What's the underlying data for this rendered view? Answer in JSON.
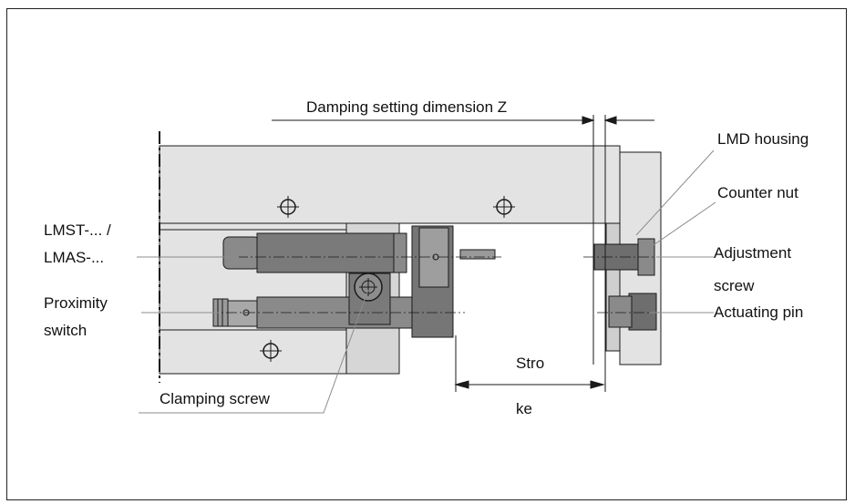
{
  "labels": {
    "damping": "Damping setting dimension Z",
    "lmd_housing": "LMD housing",
    "counter_nut": "Counter nut",
    "lmst_line1": "LMST-... /",
    "lmst_line2": "LMAS-...",
    "adjustment_line1": "Adjustment",
    "adjustment_line2": "screw",
    "proximity_line1": "Proximity",
    "proximity_line2": "switch",
    "actuating_pin": "Actuating pin",
    "stroke_line1": "Stro",
    "stroke_line2": "ke",
    "clamping_screw": "Clamping screw"
  },
  "colors": {
    "body_light": "#e3e3e3",
    "part_mid": "#bdbdbd",
    "part_dark": "#707070",
    "outline": "#1a1a1a",
    "leader": "#8c8c8c"
  }
}
